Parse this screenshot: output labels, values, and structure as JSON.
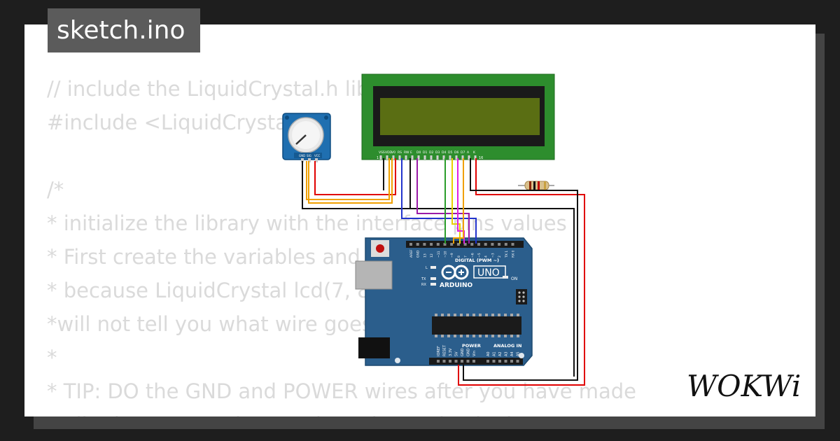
{
  "header": {
    "title": "sketch.ino"
  },
  "code_lines": [
    "// include the LiquidCrystal.h library",
    "#include <LiquidCrystal.h>",
    "",
    "/*",
    "* initialize the library with the interface pins values",
    "* First create the variables and set their values",
    "* because LiquidCrystal lcd(7, 8, 9, 10, 11, 12);",
    "*will not tell you what wire goes where",
    "*",
    "* TIP: DO the GND and POWER wires after you have made",
    "* all other connections and you have checked"
  ],
  "lcd": {
    "pin_labels": [
      "VSS",
      "VDD",
      "V0",
      "RS",
      "RW",
      "E",
      "D0",
      "D1",
      "D2",
      "D3",
      "D4",
      "D5",
      "D6",
      "D7",
      "A",
      "K"
    ],
    "pin_first": "1",
    "pin_last": "16",
    "color_board": "#2d8d2d",
    "color_screen": "#5a6e13"
  },
  "pot": {
    "pin_labels": [
      "GND",
      "SIG",
      "VCC"
    ]
  },
  "arduino": {
    "brand": "ARDUINO",
    "model": "UNO",
    "digital_label": "DIGITAL (PWM ~)",
    "power_label": "POWER",
    "analog_label": "ANALOG IN",
    "on_label": "ON",
    "l_label": "L",
    "tx_label": "TX",
    "rx_label": "RX",
    "digital_pins": [
      "AREF",
      "GND",
      "13",
      "12",
      "~11",
      "~10",
      "~9",
      "8",
      "7",
      "~6",
      "~5",
      "4",
      "~3",
      "2",
      "TX 1",
      "RX 0"
    ],
    "power_pins": [
      "IOREF",
      "RESET",
      "3.3V",
      "5V",
      "GND",
      "GND",
      "Vin"
    ],
    "analog_pins": [
      "A0",
      "A1",
      "A2",
      "A3",
      "A4",
      "A5"
    ],
    "color_board": "#2b5e8c"
  },
  "logo": {
    "text": "WOKWi"
  },
  "colors": {
    "background": "#1e1e1e",
    "wire_red": "#e00000",
    "wire_black": "#111111",
    "wire_orange": "#f0a000",
    "wire_purple": "#9a1aa8",
    "wire_blue": "#2233cc",
    "wire_green": "#2a9d2a",
    "wire_yellow": "#e8d000",
    "wire_magenta": "#e020e0"
  }
}
